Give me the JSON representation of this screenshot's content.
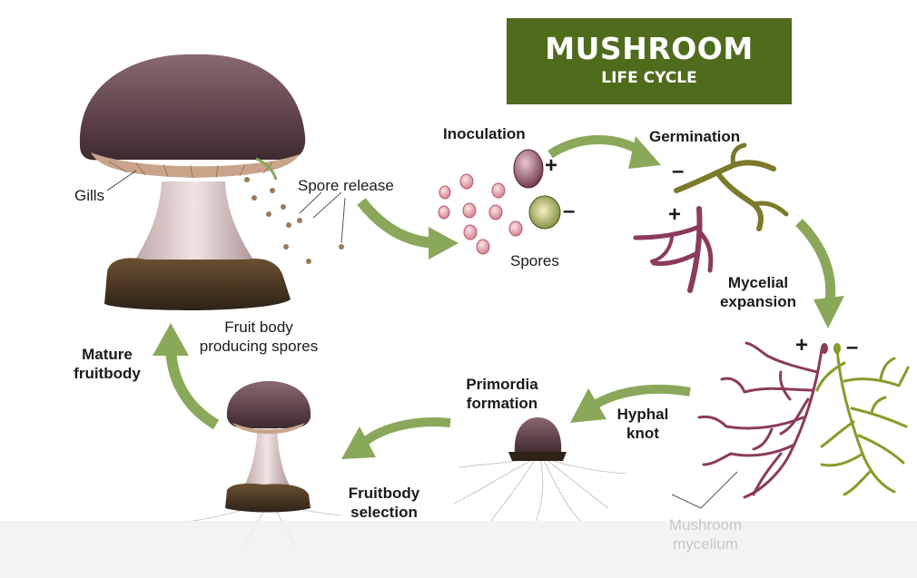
{
  "title": {
    "main": "MUSHROOM",
    "sub": "LIFE CYCLE"
  },
  "labels": {
    "gills": "Gills",
    "spore_release": "Spore release",
    "inoculation": "Inoculation",
    "germination": "Germination",
    "spores": "Spores",
    "mycelial_1": "Mycelial",
    "mycelial_2": "expansion",
    "fruit_body_1": "Fruit body",
    "fruit_body_2": "producing spores",
    "mature_1": "Mature",
    "mature_2": "fruitbody",
    "primordia_1": "Primordia",
    "primordia_2": "formation",
    "hyphal_1": "Hyphal",
    "hyphal_2": "knot",
    "selection_1": "Fruitbody",
    "selection_2": "selection",
    "mycelium_1": "Mushroom",
    "mycelium_2": "mycelium"
  },
  "signs": {
    "plus": "+",
    "minus": "–"
  },
  "colors": {
    "title_bg": "#4f6b1c",
    "arrow": "#8aa85a",
    "cap": "#6e4f55",
    "stem": "#d9c7c4",
    "plus_hyphae": "#8b3b5c",
    "minus_hyphae": "#7a7a2a",
    "spore": "#e2a3ac"
  }
}
